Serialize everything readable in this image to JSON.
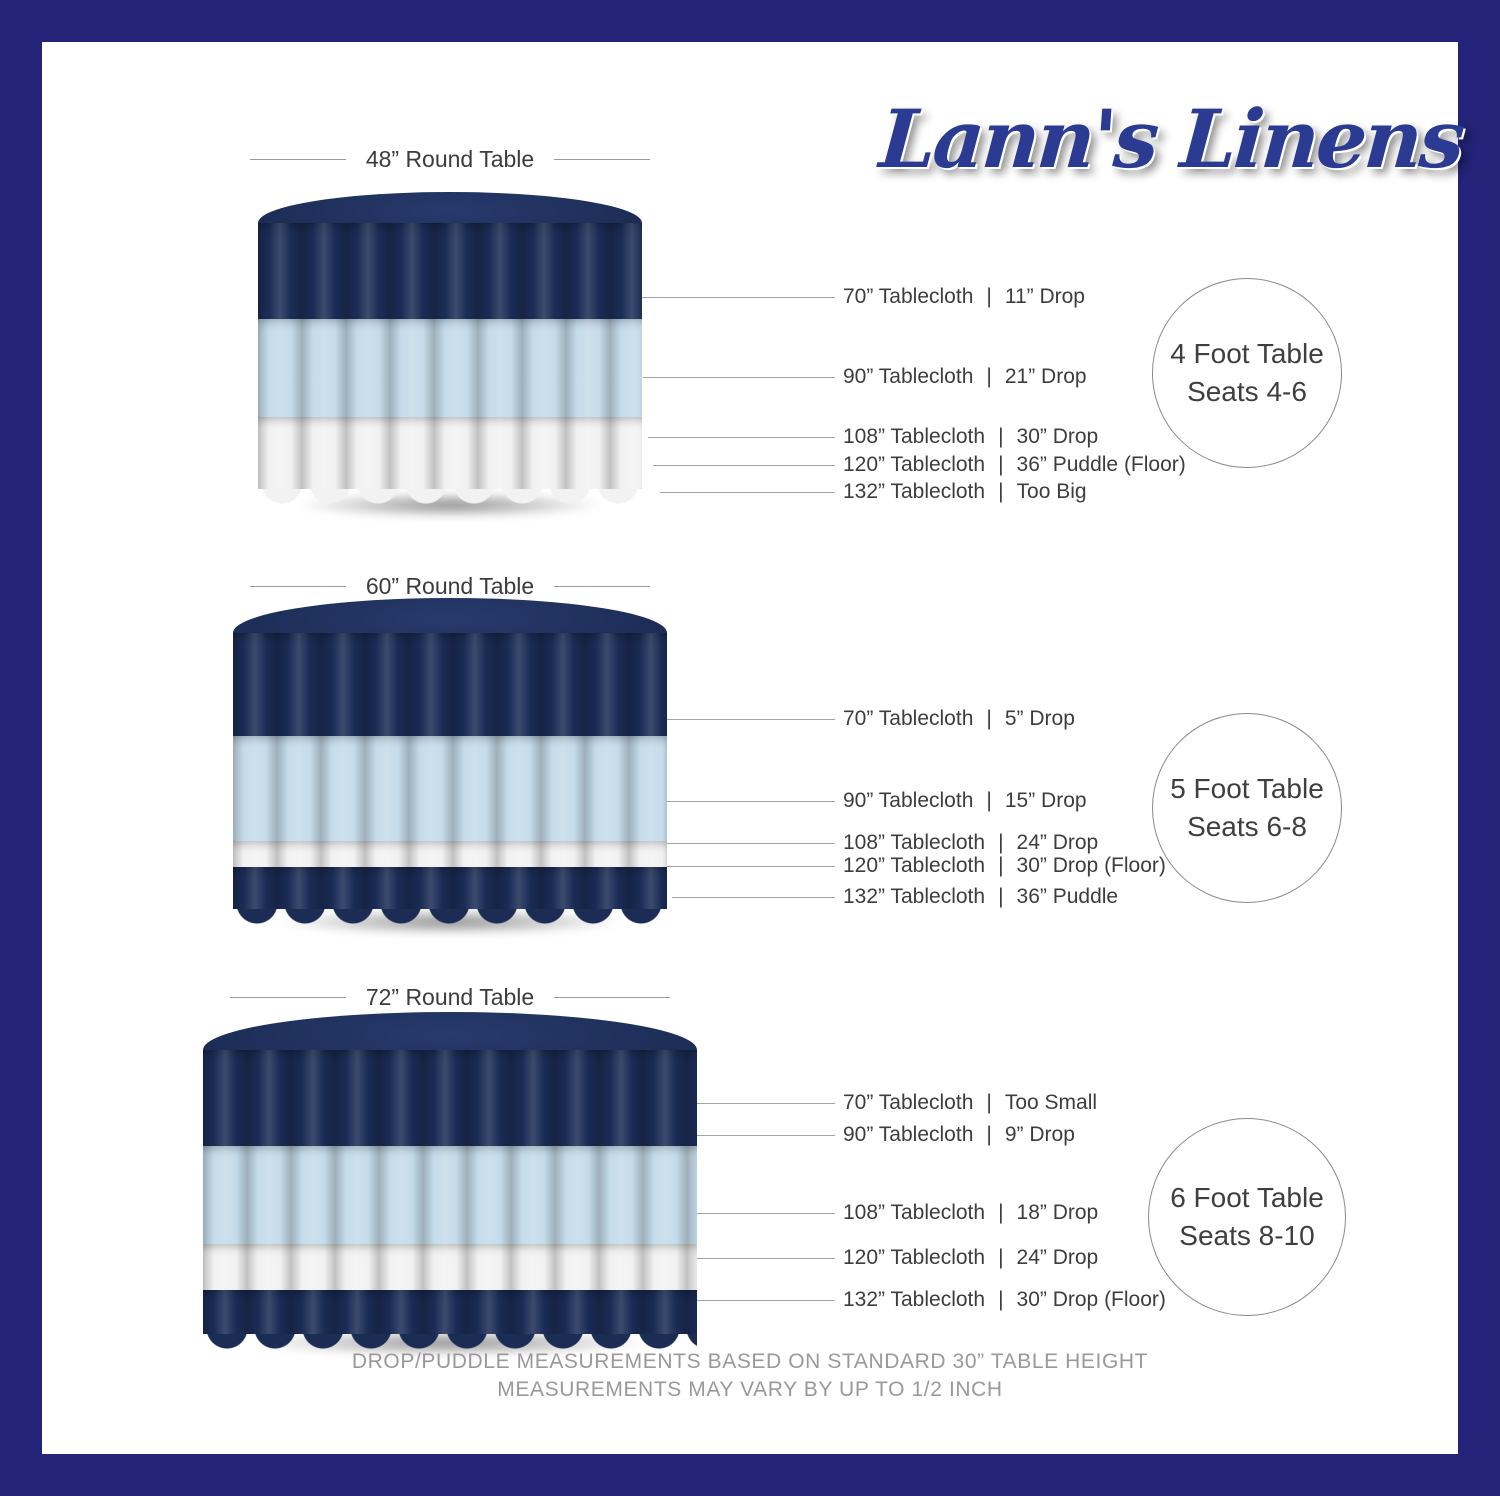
{
  "brand": {
    "logo_text": "Lann's Linens"
  },
  "ui": {
    "separator": "|"
  },
  "sections": [
    {
      "table_title": "48” Round Table",
      "seating_line1": "4 Foot Table",
      "seating_line2": "Seats 4-6",
      "measurements": [
        {
          "cloth": "70” Tablecloth",
          "drop": "11” Drop"
        },
        {
          "cloth": "90” Tablecloth",
          "drop": "21” Drop"
        },
        {
          "cloth": "108” Tablecloth",
          "drop": "30” Drop"
        },
        {
          "cloth": "120” Tablecloth",
          "drop": "36” Puddle  (Floor)"
        },
        {
          "cloth": "132” Tablecloth",
          "drop": "Too Big"
        }
      ]
    },
    {
      "table_title": "60” Round Table",
      "seating_line1": "5 Foot Table",
      "seating_line2": "Seats 6-8",
      "measurements": [
        {
          "cloth": "70” Tablecloth",
          "drop": "5” Drop"
        },
        {
          "cloth": "90” Tablecloth",
          "drop": "15” Drop"
        },
        {
          "cloth": "108” Tablecloth",
          "drop": "24” Drop"
        },
        {
          "cloth": "120” Tablecloth",
          "drop": "30” Drop  (Floor)"
        },
        {
          "cloth": "132” Tablecloth",
          "drop": "36” Puddle"
        }
      ]
    },
    {
      "table_title": "72” Round Table",
      "seating_line1": "6 Foot Table",
      "seating_line2": "Seats 8-10",
      "measurements": [
        {
          "cloth": "70” Tablecloth",
          "drop": "Too Small"
        },
        {
          "cloth": "90” Tablecloth",
          "drop": "9” Drop"
        },
        {
          "cloth": "108” Tablecloth",
          "drop": "18” Drop"
        },
        {
          "cloth": "120” Tablecloth",
          "drop": "24” Drop"
        },
        {
          "cloth": "132” Tablecloth",
          "drop": "30” Drop (Floor)"
        }
      ]
    }
  ],
  "footer": {
    "line1": "DROP/PUDDLE MEASUREMENTS BASED ON STANDARD 30” TABLE HEIGHT",
    "line2": "MEASUREMENTS MAY VARY BY UP TO 1/2 INCH"
  },
  "colors": {
    "frame_navy": "#232379",
    "cloth_navy": "#1b2c55",
    "cloth_light_blue": "#c5dcea",
    "cloth_white": "#f2f2f2",
    "logo_navy": "#2c3b92"
  }
}
